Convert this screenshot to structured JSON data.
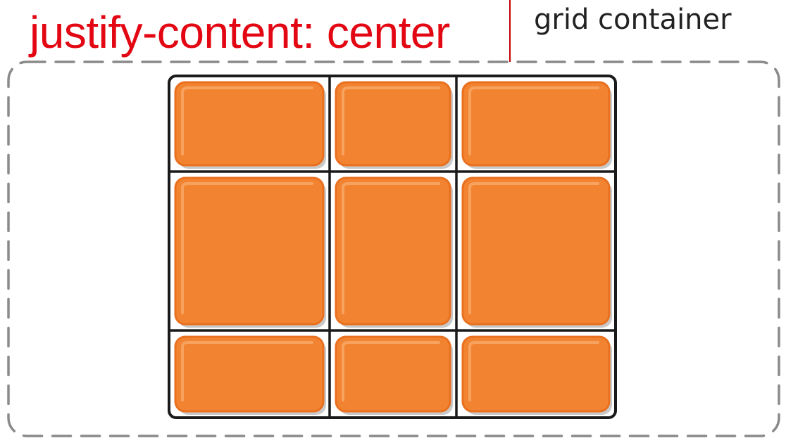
{
  "caption": {
    "text": "justify-content: center"
  },
  "container_label": {
    "text": "grid container"
  },
  "colors": {
    "caption": "#e30613",
    "marker": "#c80000",
    "container_border": "#8a8a8a",
    "grid_line": "#1a1a1a",
    "item_fill": "#f28431",
    "item_stroke": "#e9701f",
    "item_highlight": "#f7a565",
    "item_shadow": "#c9c9c9"
  },
  "grid": {
    "columns": 3,
    "rows": 3
  },
  "items": [
    {
      "row": 1,
      "column": 1
    },
    {
      "row": 1,
      "column": 2
    },
    {
      "row": 1,
      "column": 3
    },
    {
      "row": 2,
      "column": 1
    },
    {
      "row": 2,
      "column": 2
    },
    {
      "row": 2,
      "column": 3
    },
    {
      "row": 3,
      "column": 1
    },
    {
      "row": 3,
      "column": 2
    },
    {
      "row": 3,
      "column": 3
    }
  ]
}
